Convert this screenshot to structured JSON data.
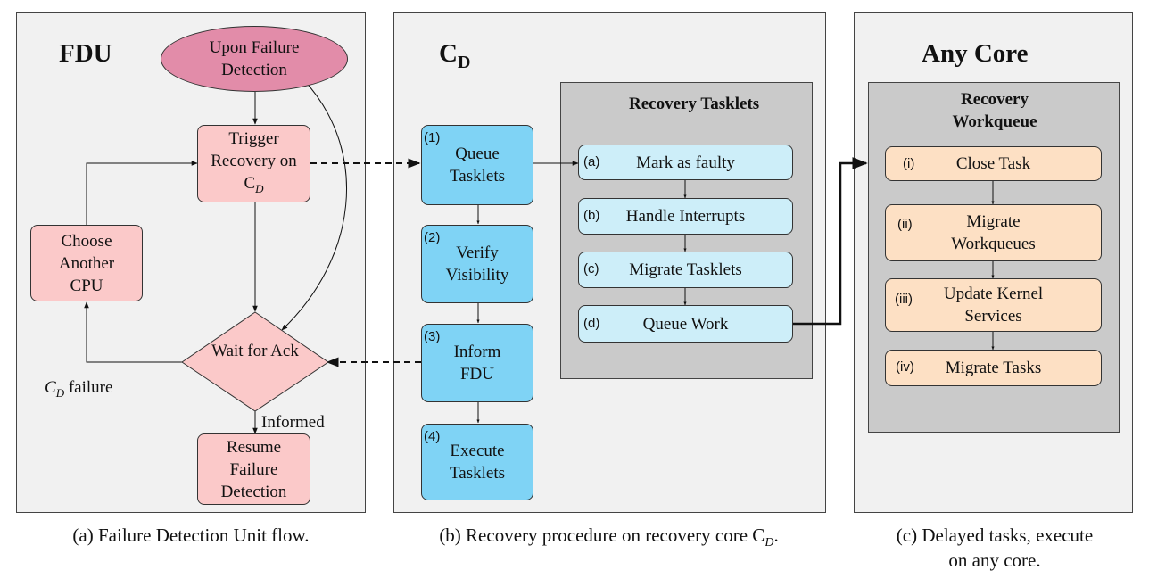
{
  "panel_a": {
    "title": "FDU",
    "upon_failure": "Upon Failure Detection",
    "trigger": "Trigger Recovery on C",
    "trigger_sub": "D",
    "choose": "Choose Another CPU",
    "wait": "Wait for Ack",
    "cd_failure": "C",
    "cd_failure_sub": "D",
    "cd_failure_text": " failure",
    "informed": "Informed",
    "resume": "Resume Failure Detection",
    "caption": "(a) Failure Detection Unit flow."
  },
  "panel_b": {
    "title": "C",
    "title_sub": "D",
    "steps": [
      {
        "num": "(1)",
        "label": "Queue Tasklets"
      },
      {
        "num": "(2)",
        "label": "Verify Visibility"
      },
      {
        "num": "(3)",
        "label": "Inform FDU"
      },
      {
        "num": "(4)",
        "label": "Execute Tasklets"
      }
    ],
    "tasklets_title": "Recovery Tasklets",
    "tasklets": [
      {
        "num": "(a)",
        "label": "Mark as faulty"
      },
      {
        "num": "(b)",
        "label": "Handle Interrupts"
      },
      {
        "num": "(c)",
        "label": "Migrate Tasklets"
      },
      {
        "num": "(d)",
        "label": "Queue Work"
      }
    ],
    "caption": "(b) Recovery procedure on recovery core C",
    "caption_sub": "D",
    "caption_end": "."
  },
  "panel_c": {
    "title": "Any Core",
    "workqueue_title": "Recovery Workqueue",
    "items": [
      {
        "num": "(i)",
        "label": "Close Task"
      },
      {
        "num": "(ii)",
        "label": "Migrate Workqueues"
      },
      {
        "num": "(iii)",
        "label": "Update Kernel Services"
      },
      {
        "num": "(iv)",
        "label": "Migrate Tasks"
      }
    ],
    "caption": "(c) Delayed tasks, execute on any core."
  }
}
